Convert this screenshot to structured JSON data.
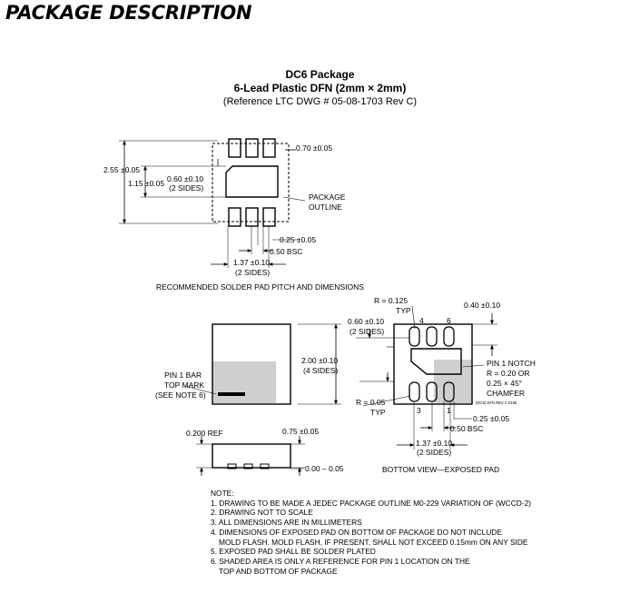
{
  "heading": "PACKAGE DESCRIPTION",
  "title": {
    "line1": "DC6 Package",
    "line2": "6-Lead Plastic DFN (2mm × 2mm)",
    "line3": "(Reference LTC DWG # 05-08-1703 Rev C)"
  },
  "recommended": {
    "caption": "RECOMMENDED SOLDER PAD PITCH AND DIMENSIONS",
    "dim_pad_width": "0.70 ±0.05",
    "dim_overall": "2.55 ±0.05",
    "dim_center_pad": "1.15 ±0.05",
    "dim_pad_len": "0.60 ±0.10",
    "dim_pad_len_note": "(2 SIDES)",
    "package_outline_1": "PACKAGE",
    "package_outline_2": "OUTLINE",
    "dim_pitch_width": "0.25 ±0.05",
    "dim_bsc": "0.50 BSC",
    "dim_bottom": "1.37 ±0.10",
    "dim_bottom_note": "(2 SIDES)"
  },
  "top_view": {
    "pin1_1": "PIN 1 BAR",
    "pin1_2": "TOP MARK",
    "pin1_3": "(SEE NOTE 6)",
    "dim_side": "2.00 ±0.10",
    "dim_side_note": "(4 SIDES)"
  },
  "side_view": {
    "ref": "0.200 REF",
    "dim_height": "0.75 ±0.05",
    "dim_standoff": "0.00 – 0.05"
  },
  "bottom_view": {
    "caption": "BOTTOM VIEW—EXPOSED PAD",
    "r1": "R = 0.125",
    "r1_typ": "TYP",
    "pin4": "4",
    "pin6": "6",
    "dim_pad_w": "0.40 ±0.10",
    "dim_pad_len": "0.60 ±0.10",
    "dim_pad_len_note": "(2 SIDES)",
    "notch_1": "PIN 1 NOTCH",
    "notch_2": "R = 0.20 OR",
    "notch_3": "0.25 × 45°",
    "notch_4": "CHAMFER",
    "r2": "R = 0.05",
    "r2_typ": "TYP",
    "pin3": "3",
    "pin1": "1",
    "dim_lead_w": "0.25 ±0.05",
    "dim_bsc": "0.50 BSC",
    "dim_bottom": "1.37 ±0.10",
    "dim_bottom_note": "(2 SIDES)",
    "code": "(DC6) DFN REV C 0105"
  },
  "notes": [
    "NOTE:",
    "1. DRAWING TO BE MADE A JEDEC PACKAGE OUTLINE M0-229 VARIATION OF (WCCD-2)",
    "2. DRAWING NOT TO SCALE",
    "3. ALL DIMENSIONS ARE IN MILLIMETERS",
    "4. DIMENSIONS OF EXPOSED PAD ON BOTTOM OF PACKAGE DO NOT INCLUDE",
    "   MOLD FLASH. MOLD FLASH, IF PRESENT, SHALL NOT EXCEED 0.15mm ON ANY SIDE",
    "5. EXPOSED PAD SHALL BE SOLDER PLATED",
    "6. SHADED AREA IS ONLY A REFERENCE FOR PIN 1 LOCATION ON THE",
    "   TOP AND BOTTOM OF PACKAGE"
  ]
}
